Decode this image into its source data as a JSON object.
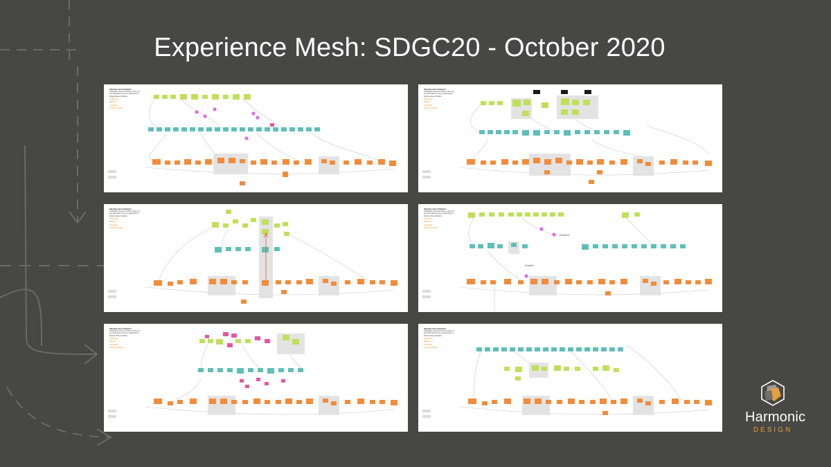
{
  "slide": {
    "title": "Experience Mesh: SDGC20 - October 2020"
  },
  "logo": {
    "name": "Harmonic",
    "sub": "DESIGN"
  },
  "board_header": {
    "heading": "Outcomes we're striving for:",
    "body": "Individually, choose and vote on three (3) key areas that you see an opportunity to achieve these principles:",
    "options": [
      "Feeling safe",
      "Efficiency",
      "Personable",
      "Feeling connected"
    ]
  },
  "board_labels": {
    "related": "Related",
    "related_alt": "Related"
  },
  "colors": {
    "background": "#474746",
    "board": "#ffffff",
    "sticky_green": "#bfe05a",
    "sticky_teal": "#5fbfb8",
    "sticky_orange": "#f28c3a",
    "sticky_pink": "#e05a9e",
    "sticky_black": "#1a1a1a",
    "highlight": "#e3e3e3",
    "vote": "#d96ee6",
    "arrow_red": "#e0553a",
    "logo_orange": "#e8a13a"
  }
}
